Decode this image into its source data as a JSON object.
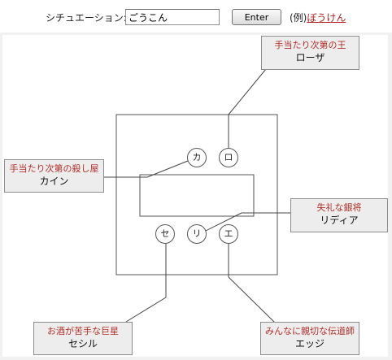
{
  "form": {
    "situation_label": "シチュエーション:",
    "input_value": "ごうこん",
    "enter_label": "Enter",
    "example_prefix": "(例)",
    "example_link": "ぼうけん"
  },
  "seats": {
    "top_left": "カ",
    "top_right": "ロ",
    "bottom_left": "セ",
    "bottom_middle": "リ",
    "bottom_right": "エ"
  },
  "characters": {
    "rosa": {
      "epithet": "手当たり次第の王",
      "name": "ローザ"
    },
    "cain": {
      "epithet": "手当たり次第の殺し屋",
      "name": "カイン"
    },
    "rydia": {
      "epithet": "失礼な銀将",
      "name": "リディア"
    },
    "cecil": {
      "epithet": "お酒が苦手な巨星",
      "name": "セシル"
    },
    "edge": {
      "epithet": "みんなに親切な伝道師",
      "name": "エッジ"
    }
  }
}
